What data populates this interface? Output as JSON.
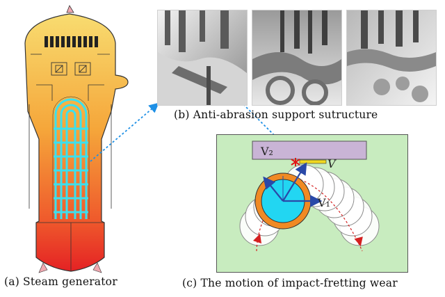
{
  "captions": {
    "a": "(a) Steam generator",
    "b": "(b) Anti-abrasion support sutructure",
    "c": "(c) The motion of impact-fretting wear"
  },
  "labels": {
    "v1": "V₁",
    "v2": "V₂",
    "v": "V"
  },
  "colors": {
    "vessel_top": "#f8d86a",
    "vessel_bottom": "#e8282a",
    "tubes": "#3ce0ee",
    "panel_bg": "#c8ecbf",
    "tube_fill": "#22d6f2",
    "tube_ring": "#f08a24",
    "support_bar": "#c9b4d6",
    "arrow_blue": "#2a49a8",
    "dotted_link": "#1e90e6"
  }
}
